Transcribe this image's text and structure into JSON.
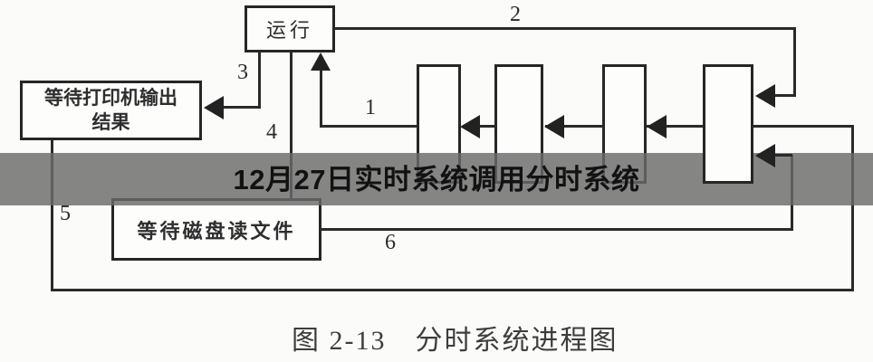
{
  "watermark": {
    "text": "12月27日实时系统调用分时系统",
    "band_color": "#8c8c8c",
    "text_color": "#121212"
  },
  "figure": {
    "caption": "图 2-13　分时系统进程图",
    "figure_number": "图 2-13",
    "figure_title": "分时系统进程图"
  },
  "diagram": {
    "nodes": {
      "run": {
        "label": "运行"
      },
      "printer_wait": {
        "label_line1": "等待打印机输出",
        "label_line2": "结果"
      },
      "disk_wait": {
        "label": "等待磁盘读文件"
      },
      "queue_slot_count": 4
    },
    "edge_labels": {
      "e1": "1",
      "e2": "2",
      "e3": "3",
      "e4": "4",
      "e5": "5",
      "e6": "6"
    },
    "colors": {
      "line": "#2a2a2a",
      "node_fill": "#fdfdfc",
      "background": "#fbfbf9"
    }
  }
}
